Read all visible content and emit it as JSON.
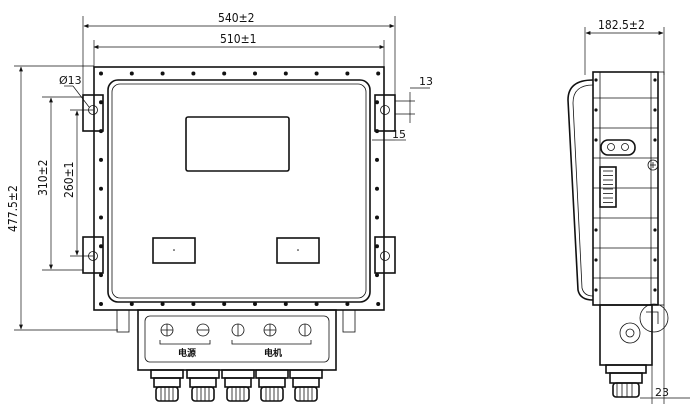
{
  "front_view": {
    "dims": {
      "overall_width": "540±2",
      "mount_width": "510±1",
      "overall_height": "477.5±2",
      "mount_height_outer": "310±2",
      "mount_height_inner": "260±1",
      "hole_diameter": "Ø13",
      "tab_offset_top": "13",
      "tab_offset_side": "15"
    },
    "terminal_labels": {
      "left": "电源",
      "right": "电机"
    }
  },
  "side_view": {
    "dims": {
      "depth": "182.5±2",
      "gland_offset": "23"
    }
  }
}
